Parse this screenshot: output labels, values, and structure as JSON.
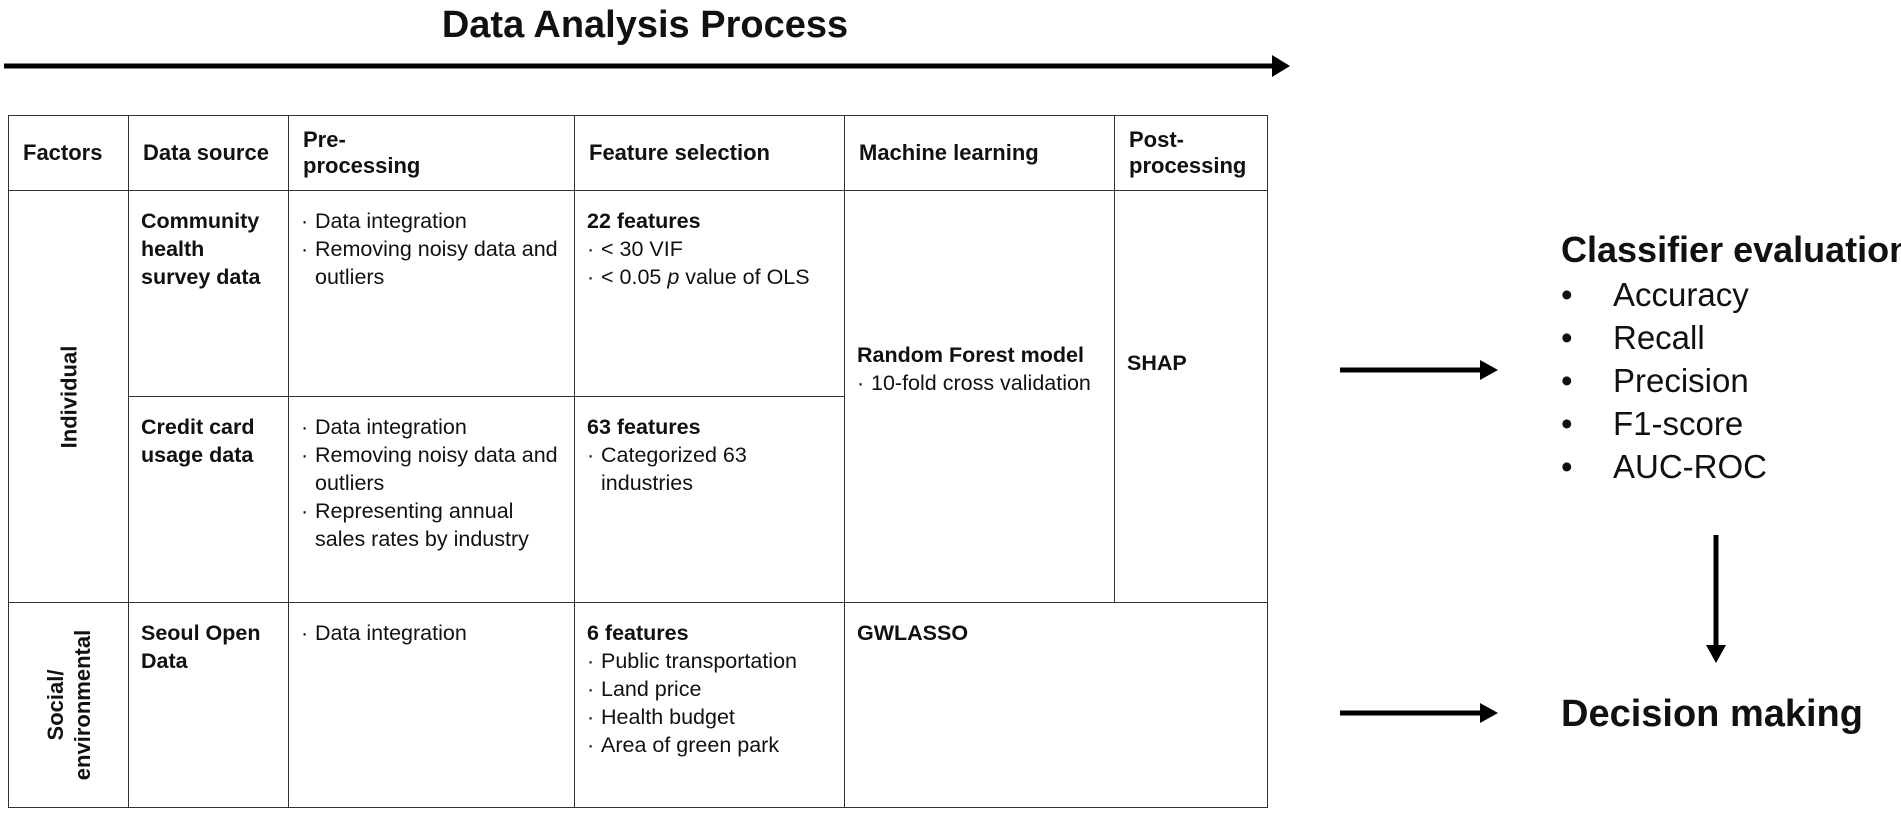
{
  "title": "Data Analysis Process",
  "headers": {
    "factors": "Factors",
    "data_source": "Data source",
    "preprocessing": "Pre-processing",
    "feature_selection": "Feature selection",
    "machine_learning": "Machine learning",
    "postprocessing": "Post-processing"
  },
  "factors": {
    "individual": "Individual",
    "social_environmental": "Social/ environmental"
  },
  "rows": {
    "community": {
      "source": "Community health survey data",
      "pre": [
        "Data integration",
        "Removing noisy data and outliers"
      ],
      "feature_title": "22 features",
      "feature_item_1": "< 30 VIF",
      "feature_item_2_prefix": "< 0.05 ",
      "feature_item_2_italic": "p",
      "feature_item_2_suffix": " value of OLS"
    },
    "credit": {
      "source": "Credit card usage data",
      "pre": [
        "Data integration",
        "Removing noisy data and outliers",
        "Representing annual sales rates by industry"
      ],
      "feature_title": "63 features",
      "feature_items": [
        "Categorized 63 industries"
      ]
    },
    "seoul": {
      "source": "Seoul Open Data",
      "pre": [
        "Data integration"
      ],
      "feature_title": "6 features",
      "feature_items": [
        "Public transportation",
        "Land price",
        "Health budget",
        "Area of green park"
      ],
      "ml": "GWLASSO"
    }
  },
  "ml_individual": {
    "title": "Random Forest model",
    "items": [
      "10-fold cross validation"
    ]
  },
  "post_individual": "SHAP",
  "classifier": {
    "title": "Classifier evaluation",
    "metrics": [
      "Accuracy",
      "Recall",
      "Precision",
      "F1-score",
      "AUC-ROC"
    ]
  },
  "decision": "Decision making"
}
